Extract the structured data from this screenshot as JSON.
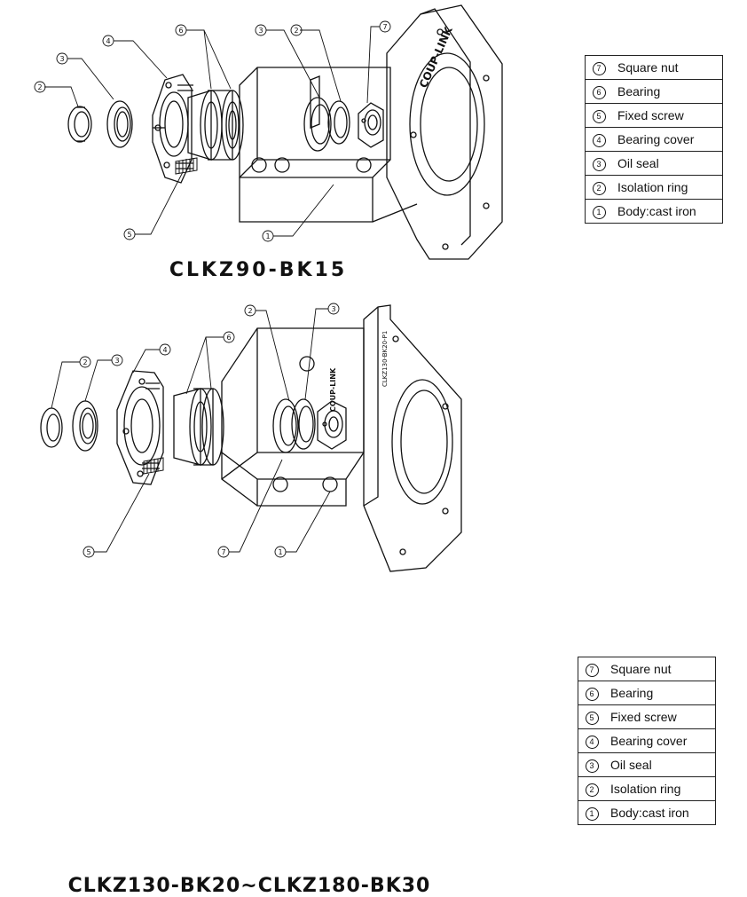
{
  "top": {
    "title": "CLKZ90-BK15",
    "brand_text": "COUP-LINK",
    "callouts": [
      "2",
      "3",
      "4",
      "6",
      "3",
      "2",
      "7",
      "5",
      "1"
    ],
    "legend": [
      {
        "num": "7",
        "label": "Square nut"
      },
      {
        "num": "6",
        "label": "Bearing"
      },
      {
        "num": "5",
        "label": "Fixed screw"
      },
      {
        "num": "4",
        "label": "Bearing cover"
      },
      {
        "num": "3",
        "label": "Oil seal"
      },
      {
        "num": "2",
        "label": "Isolation ring"
      },
      {
        "num": "1",
        "label": "Body:cast iron"
      }
    ]
  },
  "bottom": {
    "title": "CLKZ130-BK20~CLKZ180-BK30",
    "brand_text": "COUP-LINK",
    "model_text": "CLKZ130-BK20-P1",
    "callouts": [
      "2",
      "3",
      "4",
      "6",
      "2",
      "3",
      "5",
      "7",
      "1"
    ],
    "legend": [
      {
        "num": "7",
        "label": "Square nut"
      },
      {
        "num": "6",
        "label": "Bearing"
      },
      {
        "num": "5",
        "label": "Fixed screw"
      },
      {
        "num": "4",
        "label": "Bearing cover"
      },
      {
        "num": "3",
        "label": "Oil seal"
      },
      {
        "num": "2",
        "label": "Isolation ring"
      },
      {
        "num": "1",
        "label": "Body:cast iron"
      }
    ]
  }
}
